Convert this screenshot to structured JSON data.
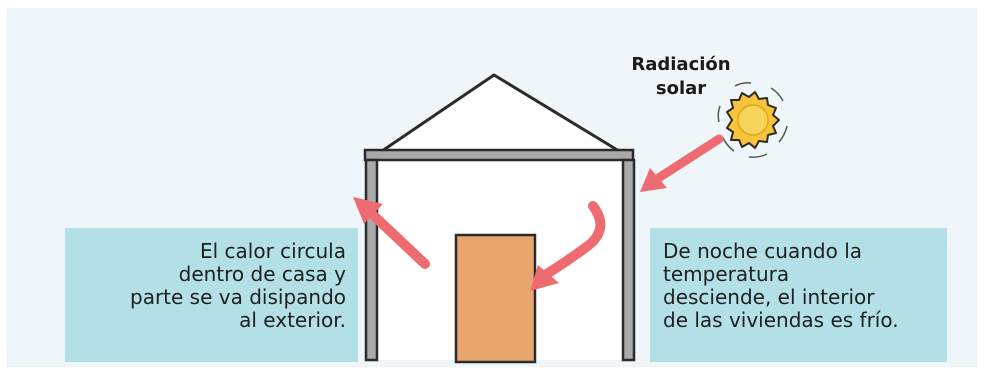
{
  "solar_label": {
    "line1": "Radiación",
    "line2": "solar"
  },
  "left_box": {
    "lines": [
      "El calor circula",
      "dentro de casa y",
      "parte se va disipando",
      "al exterior."
    ]
  },
  "right_box": {
    "lines": [
      "De noche cuando la",
      "temperatura",
      "desciende, el interior",
      "de las viviendas es frío."
    ]
  },
  "colors": {
    "background": "#eef6fa",
    "text_box": "#b3e0e6",
    "door": "#e8a66e",
    "arrow": "#ee6b72",
    "sun": "#f7c43a",
    "wall": "#9a9a9a"
  }
}
